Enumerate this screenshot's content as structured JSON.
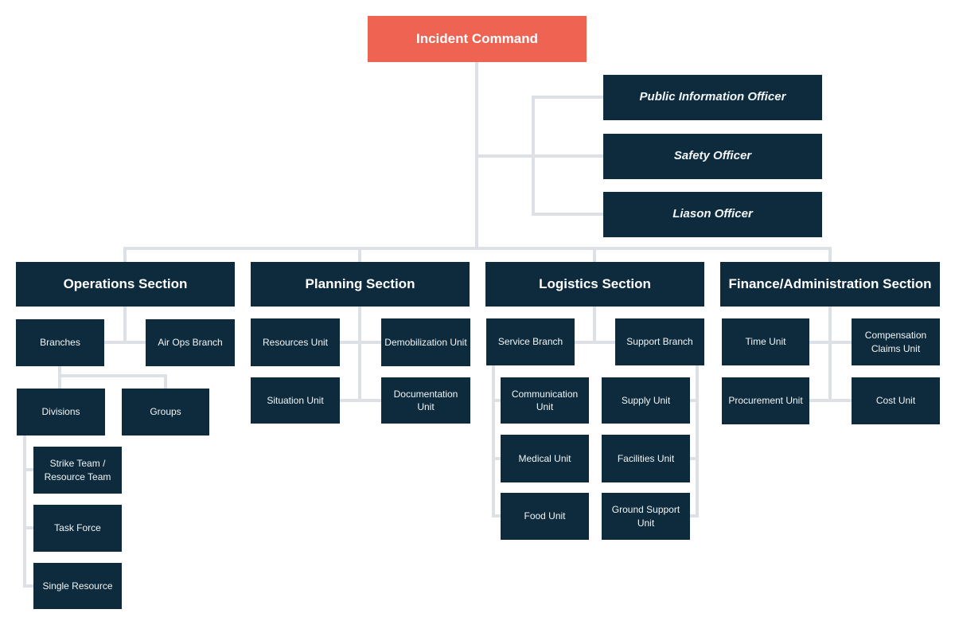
{
  "colors": {
    "command": "#EE6352",
    "node": "#0D2B3D",
    "connector": "#DDE0E4",
    "text": "#FFFFFF",
    "background": "#FFFFFF"
  },
  "chart": {
    "root": {
      "label": "Incident Command"
    },
    "command_staff": [
      {
        "label": "Public Information Officer"
      },
      {
        "label": "Safety Officer"
      },
      {
        "label": "Liason Officer"
      }
    ],
    "sections": [
      {
        "title": "Operations Section",
        "children": [
          {
            "label": "Branches"
          },
          {
            "label": "Air Ops Branch"
          },
          {
            "label": "Divisions"
          },
          {
            "label": "Groups"
          },
          {
            "label": "Strike Team / Resource Team"
          },
          {
            "label": "Task Force"
          },
          {
            "label": "Single Resource"
          }
        ]
      },
      {
        "title": "Planning Section",
        "children": [
          {
            "label": "Resources Unit"
          },
          {
            "label": "Demobilization Unit"
          },
          {
            "label": "Situation Unit"
          },
          {
            "label": "Documentation Unit"
          }
        ]
      },
      {
        "title": "Logistics Section",
        "children": [
          {
            "label": "Service Branch"
          },
          {
            "label": "Support Branch"
          },
          {
            "label": "Communication Unit"
          },
          {
            "label": "Supply Unit"
          },
          {
            "label": "Medical Unit"
          },
          {
            "label": "Facilities Unit"
          },
          {
            "label": "Food Unit"
          },
          {
            "label": "Ground Support Unit"
          }
        ]
      },
      {
        "title": "Finance/Administration Section",
        "children": [
          {
            "label": "Time Unit"
          },
          {
            "label": "Compensation Claims Unit"
          },
          {
            "label": "Procurement Unit"
          },
          {
            "label": "Cost Unit"
          }
        ]
      }
    ]
  }
}
